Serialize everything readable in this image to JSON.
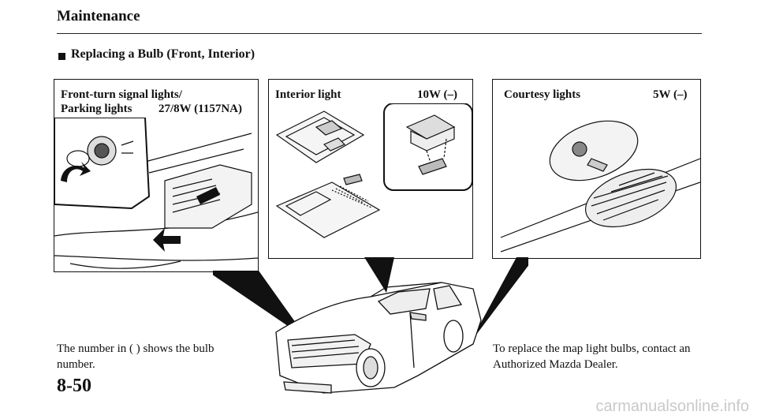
{
  "header": {
    "section_title": "Maintenance"
  },
  "subsection": {
    "title": "Replacing a Bulb (Front, Interior)"
  },
  "panels": {
    "front_turn": {
      "label_line1": "Front-turn signal lights/",
      "label_line2": "Parking lights",
      "spec": "27/8W (1157NA)"
    },
    "interior": {
      "label": "Interior light",
      "spec": "10W (–)"
    },
    "courtesy": {
      "label": "Courtesy lights",
      "spec": "5W (–)"
    }
  },
  "notes": {
    "bulb_number": "The number in ( ) shows the bulb number.",
    "map_light": "To replace the map light bulbs, contact an Authorized Mazda Dealer."
  },
  "footer": {
    "page_number": "8-50",
    "watermark": "carmanualsonline.info"
  }
}
